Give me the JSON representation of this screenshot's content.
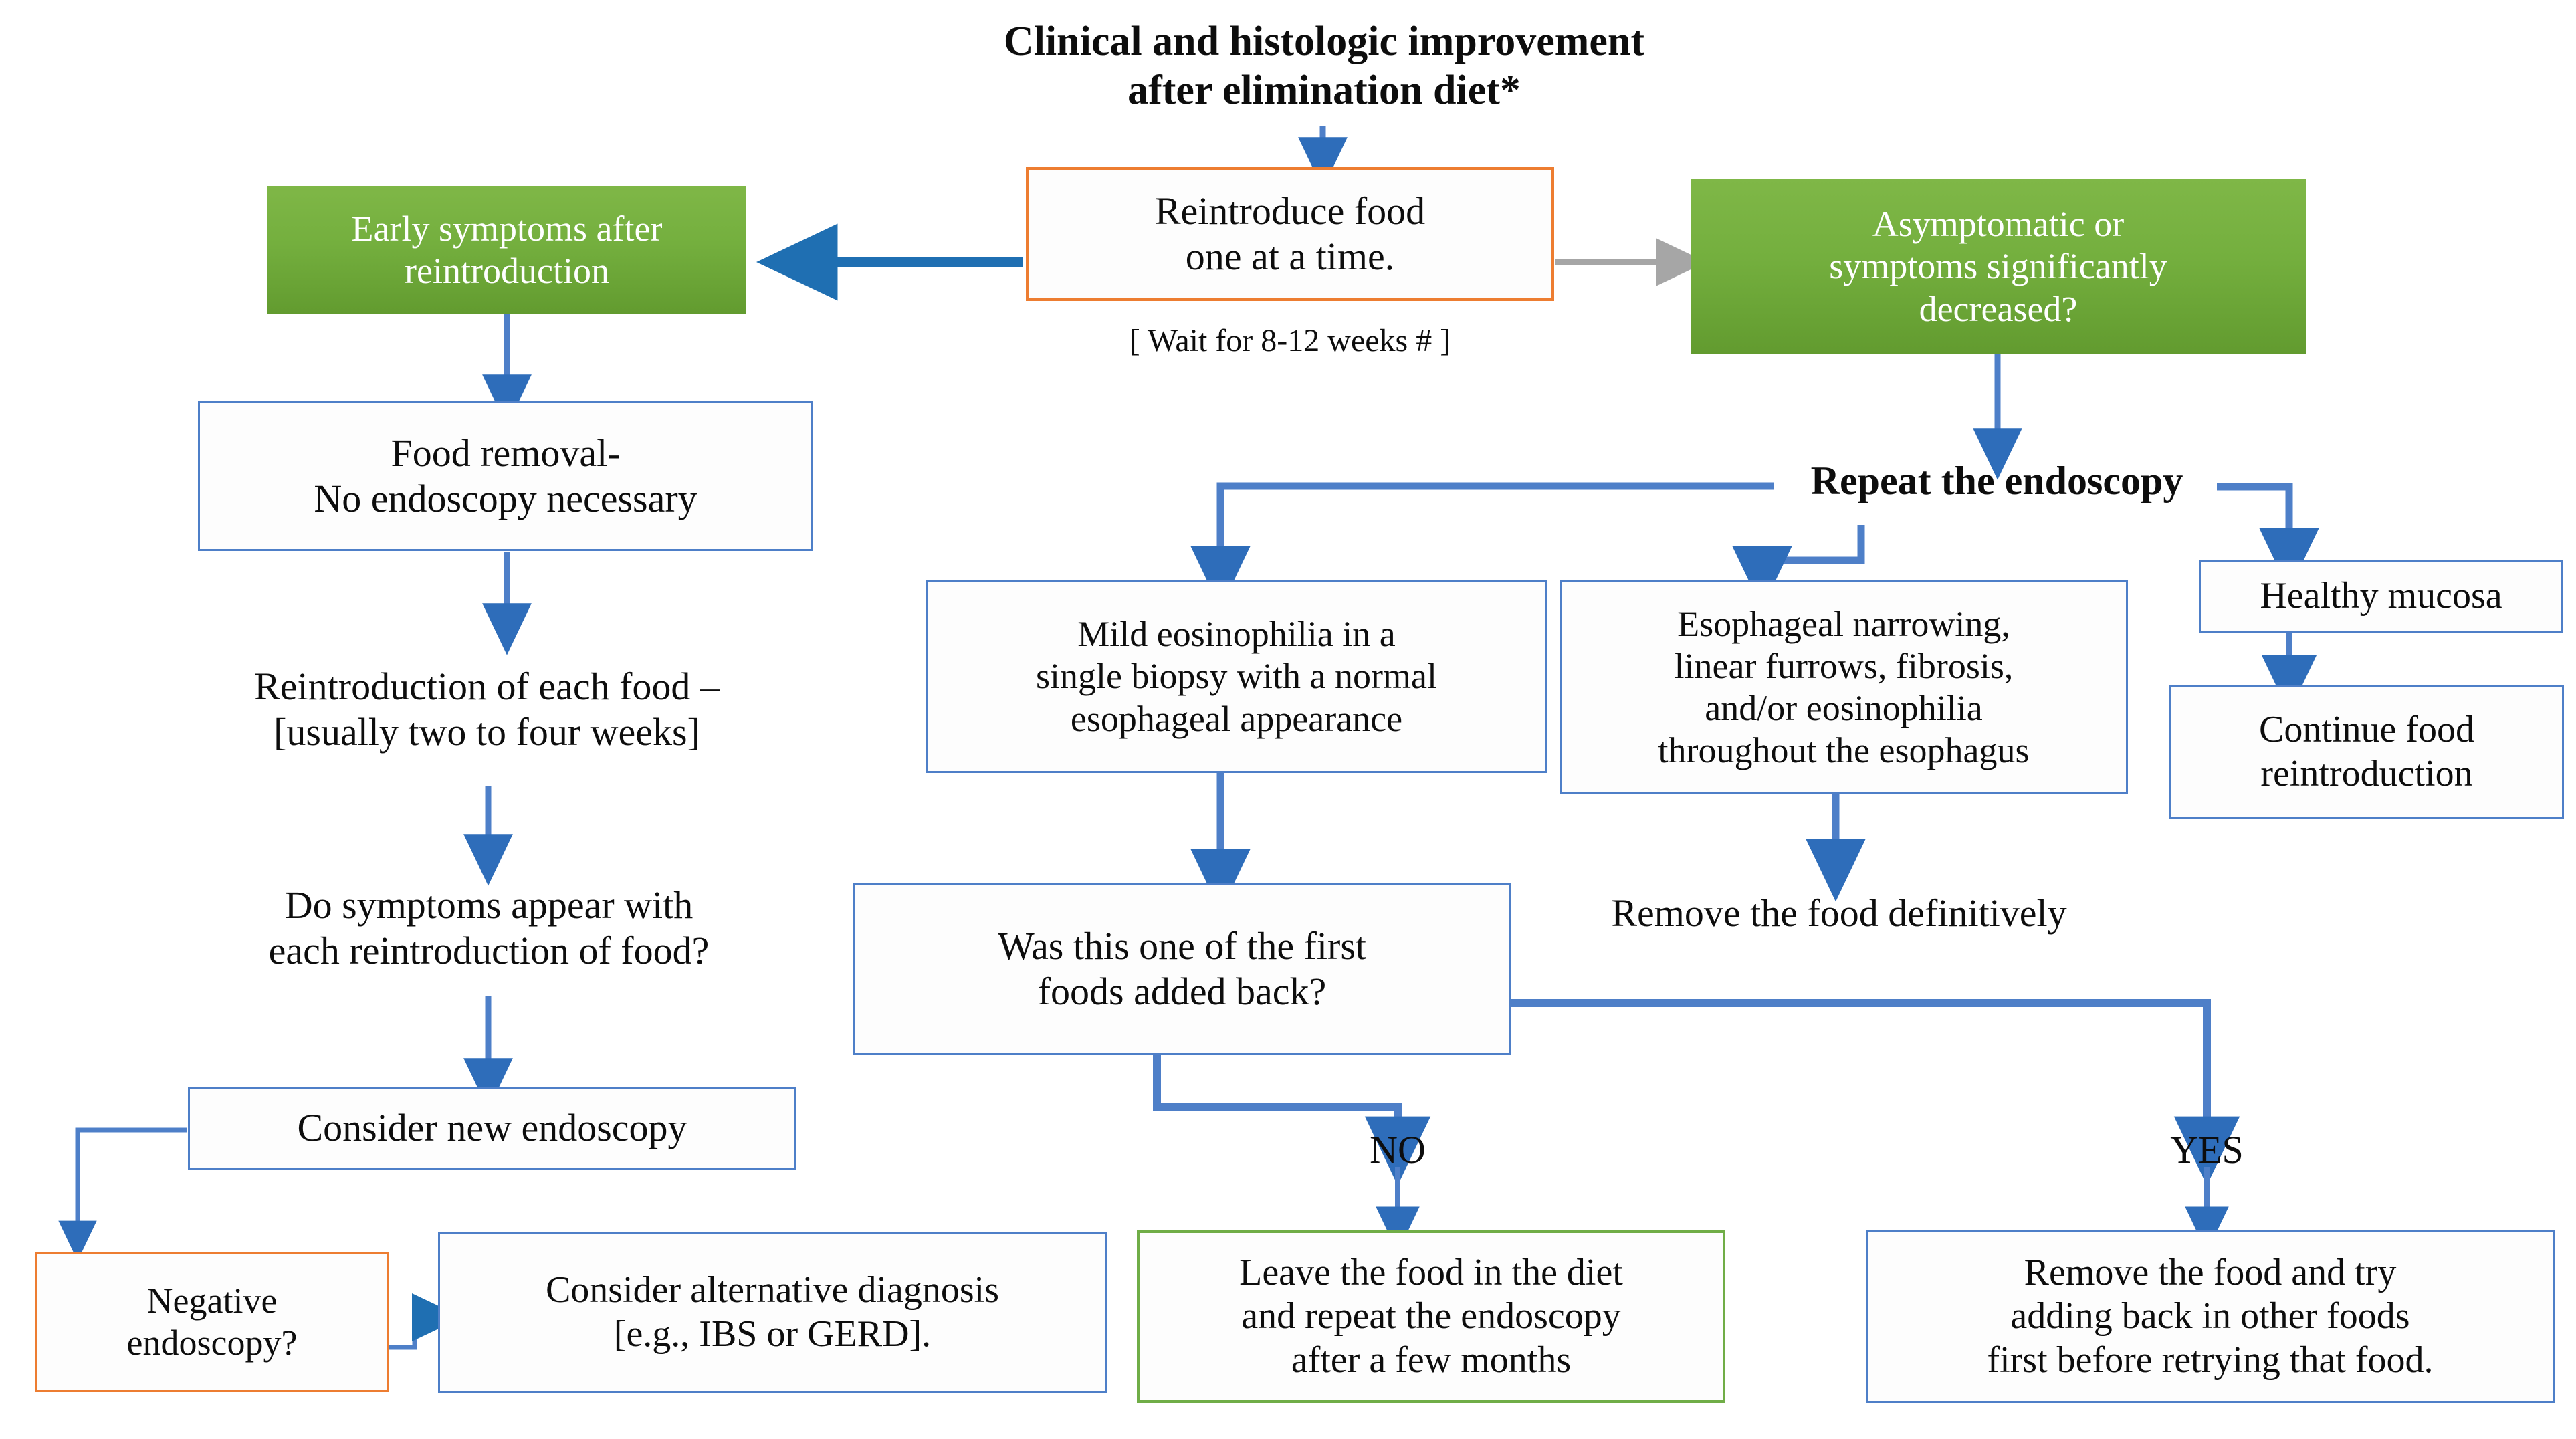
{
  "diagram": {
    "title": "Clinical and histologic improvement\nafter elimination diet*",
    "colors": {
      "blue": "#4E7FC8",
      "orange": "#ED7D31",
      "green_border": "#70AD47",
      "green_fill": "#74AF3E",
      "gray_arrow": "#A6A6A6",
      "text": "#0d0d0d"
    },
    "nodes": {
      "early_symptoms": "Early symptoms after\nreintroduction",
      "reintroduce_food": "Reintroduce food\none at a time.",
      "wait_note": "[ Wait for 8-12 weeks # ]",
      "asymptomatic": "Asymptomatic or\nsymptoms significantly\ndecreased?",
      "food_removal": "Food removal-\nNo endoscopy necessary",
      "reintroduction_each_food": "Reintroduction of each food –\n[usually two to four weeks]",
      "do_symptoms_appear": "Do symptoms appear with\neach reintroduction of food?",
      "consider_new_endoscopy": "Consider new endoscopy",
      "negative_endoscopy": "Negative\nendoscopy?",
      "consider_alternative": "Consider alternative diagnosis\n[e.g., IBS or GERD].",
      "repeat_endoscopy": "Repeat the endoscopy",
      "mild_eosinophilia": "Mild eosinophilia in a\nsingle biopsy with a normal\nesophageal appearance",
      "esophageal_narrowing": "Esophageal narrowing,\nlinear furrows, fibrosis,\nand/or eosinophilia\nthroughout the esophagus",
      "healthy_mucosa": "Healthy mucosa",
      "continue_food_reintroduction": "Continue food\nreintroduction",
      "was_this_first_food": "Was this one of the first\nfoods added back?",
      "remove_food_definitively": "Remove the food definitively",
      "label_no": "NO",
      "label_yes": "YES",
      "leave_food_in_diet": "Leave the food in the diet\nand repeat the endoscopy\nafter a few months",
      "remove_and_retry": "Remove the food and try\nadding back in other foods\nfirst before retrying that food."
    }
  }
}
